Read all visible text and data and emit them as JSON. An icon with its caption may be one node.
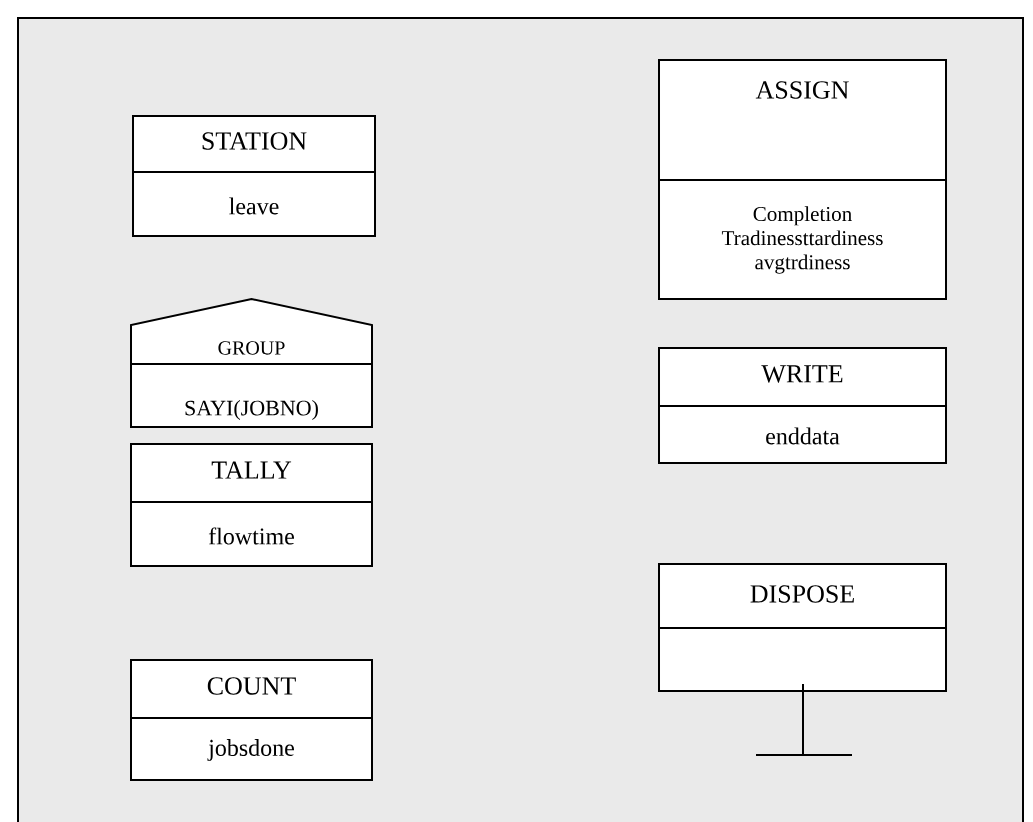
{
  "diagram": {
    "nodes": [
      {
        "text": [
          "STATION",
          "leave"
        ]
      },
      {
        "text": [
          "GROUP",
          "SAYI(JOBNO)"
        ]
      },
      {
        "text": [
          "TALLY",
          "flowtime"
        ]
      },
      {
        "text": [
          "COUNT",
          "jobsdone"
        ]
      },
      {
        "text": [
          "ASSIGN",
          "Completion Tradinessttardiness avgtrdiness"
        ]
      },
      {
        "text": [
          "WRITE",
          "enddata"
        ]
      },
      {
        "text": [
          "DISPOSE"
        ]
      }
    ]
  }
}
